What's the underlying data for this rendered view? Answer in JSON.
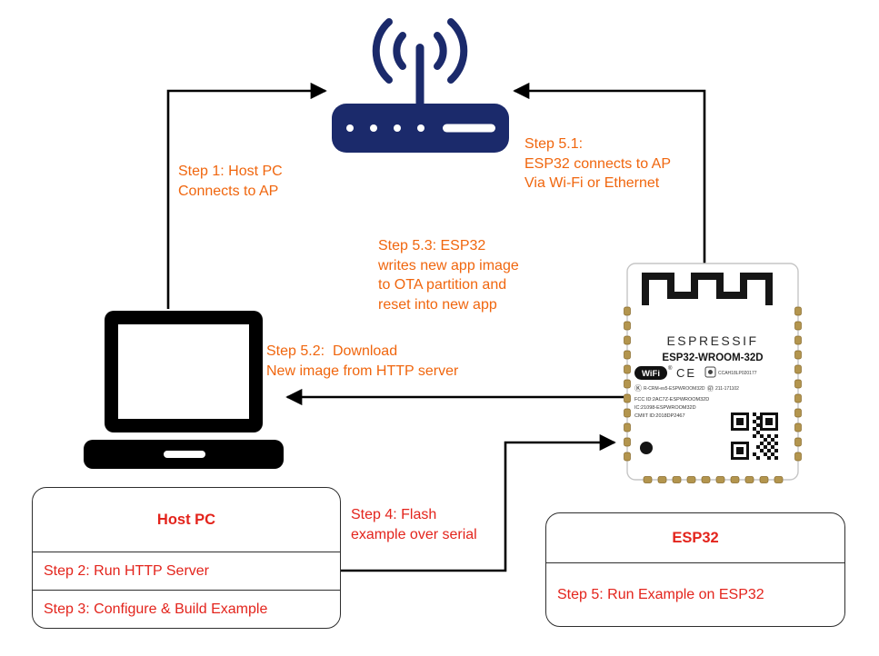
{
  "labels": {
    "step1": "Step 1: Host PC\nConnects to AP",
    "step51": "Step 5.1:\nESP32 connects to AP\nVia Wi-Fi or Ethernet",
    "step53": "Step 5.3: ESP32\nwrites new app image\nto OTA partition and\nreset into new app",
    "step52": "Step 5.2:  Download\nNew image from HTTP server",
    "step4": "Step 4: Flash\nexample over serial"
  },
  "host_pc_box": {
    "title": "Host PC",
    "rows": [
      "Step 2: Run HTTP Server",
      "Step 3: Configure & Build Example"
    ]
  },
  "esp32_box": {
    "title": "ESP32",
    "rows": [
      "Step 5: Run Example on ESP32"
    ]
  },
  "module": {
    "brand": "ESPRESSIF",
    "model": "ESP32-WROOM-32D",
    "wifi_badge": "WiFi",
    "ce_mark": "CE",
    "cert_ncc": "CCAH18LP020177",
    "kc": "R-CRM-es5-ESPWROOM32D",
    "mic": "211-171102",
    "fcc": "FCC ID:2AC7Z-ESPWROOM32D",
    "ic": "IC:21098-ESPWROOM32D",
    "cmiit": "CMIIT ID:2018DP2467"
  },
  "colors": {
    "orange_label": "#F0660E",
    "red_label": "#E3241C",
    "router_navy": "#1B2A6B",
    "arrow_black": "#000000"
  }
}
